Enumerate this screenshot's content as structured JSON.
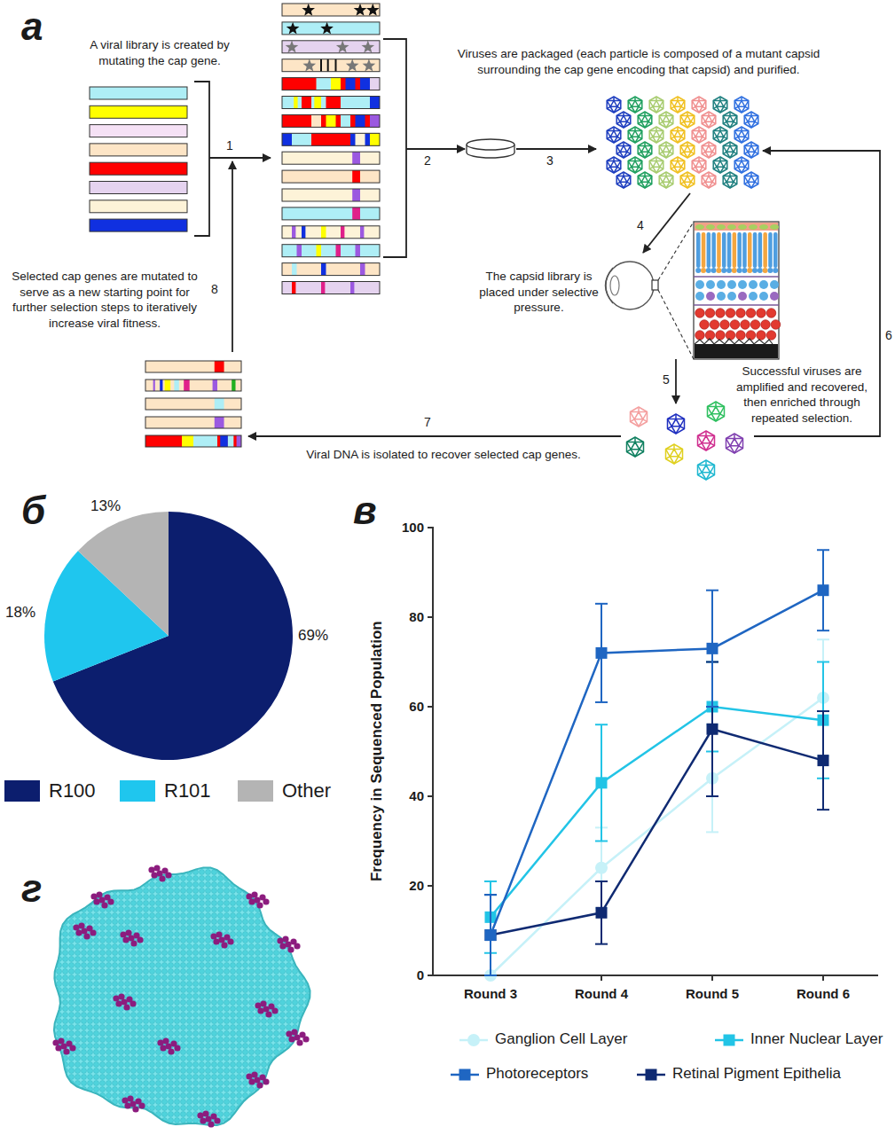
{
  "diagram": {
    "nodes": [
      {
        "text": [
          "A viral library is created by mutating the cap gene."
        ]
      },
      {
        "text": [
          "Viruses are packaged (each particle is composed of a mutant capsid surrounding the cap gene encoding that capsid) and purified."
        ]
      },
      {
        "text": [
          "The capsid library is placed under selective pressure."
        ]
      },
      {
        "text": [
          "Successful viruses are amplified and recovered, then enriched through repeated selection."
        ]
      },
      {
        "text": [
          "Selected cap genes are mutated to serve as a new starting point for further selection steps to iteratively increase viral fitness."
        ]
      }
    ],
    "edges": [
      {
        "from": 1,
        "to": 2,
        "arrow": "to",
        "label": "4"
      },
      {
        "from": 2,
        "to": 3,
        "arrow": "to",
        "label": "5"
      },
      {
        "from": 3,
        "to": 1,
        "arrow": "to",
        "label": "6"
      },
      {
        "from": 3,
        "to": 4,
        "arrow": "to",
        "label": "7"
      }
    ],
    "labels": [
      "а",
      "1",
      "2",
      "3",
      "8",
      "Viral DNA is isolated to recover selected cap genes.",
      "б",
      "13%",
      "18%",
      "69%",
      "в",
      "Frequency in Sequenced Population",
      "100",
      "80",
      "60",
      "40",
      "20",
      "0",
      "Round 3",
      "Round 4",
      "Round 5",
      "Round 6",
      "г"
    ],
    "legend": [
      {
        "text": "R100",
        "color": "#0c1e6e"
      },
      {
        "text": "R101",
        "color": "#1fc6ee"
      },
      {
        "text": "Other",
        "color": "#b4b4b4"
      },
      {
        "text": "Ganglion Cell Layer"
      },
      {
        "text": "Inner Nuclear Layer"
      },
      {
        "text": "Photoreceptors"
      },
      {
        "text": "Retinal Pigment Epithelia"
      }
    ]
  }
}
